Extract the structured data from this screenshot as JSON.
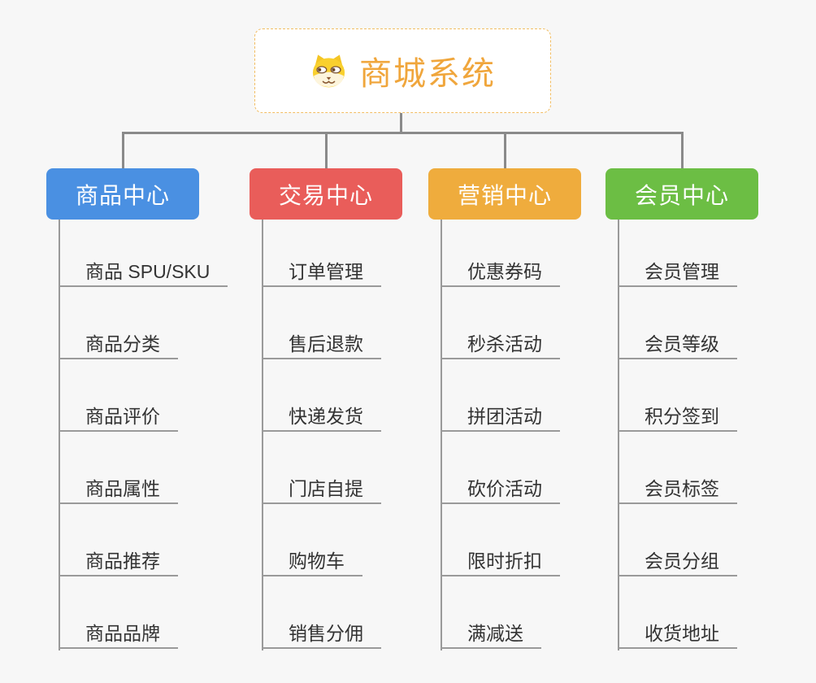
{
  "root": {
    "title": "商城系统",
    "icon": "doge-icon",
    "accent_color": "#f0a63c",
    "border_color": "#f2bd62"
  },
  "connector_color": "#8a8a8a",
  "leaf_line_color": "#9a9a9a",
  "branches": [
    {
      "label": "商品中心",
      "color": "#4a90e2",
      "children": [
        "商品 SPU/SKU",
        "商品分类",
        "商品评价",
        "商品属性",
        "商品推荐",
        "商品品牌"
      ]
    },
    {
      "label": "交易中心",
      "color": "#e95d5a",
      "children": [
        "订单管理",
        "售后退款",
        "快递发货",
        "门店自提",
        "购物车",
        "销售分佣"
      ]
    },
    {
      "label": "营销中心",
      "color": "#efac3d",
      "children": [
        "优惠券码",
        "秒杀活动",
        "拼团活动",
        "砍价活动",
        "限时折扣",
        "满减送"
      ]
    },
    {
      "label": "会员中心",
      "color": "#6cbe44",
      "children": [
        "会员管理",
        "会员等级",
        "积分签到",
        "会员标签",
        "会员分组",
        "收货地址"
      ]
    }
  ]
}
